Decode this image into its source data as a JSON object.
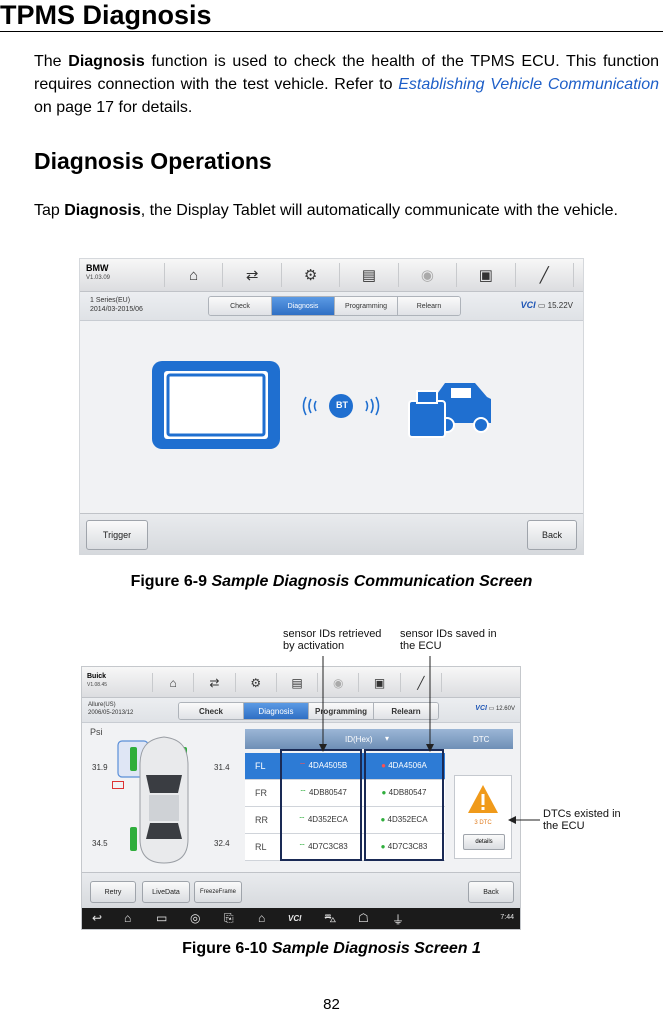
{
  "section_title": "TPMS Diagnosis",
  "intro": {
    "prefix": "The ",
    "bold": "Diagnosis",
    "text": " function is used to check the health of the TPMS ECU. This function requires connection with the test vehicle. Refer to ",
    "link": "Establishing Vehicle Communication",
    "suffix": " on page 17 for details."
  },
  "subsection_title": "Diagnosis Operations",
  "tap_para": {
    "prefix": "Tap ",
    "bold": "Diagnosis",
    "suffix": ", the Display Tablet will automatically communicate with the vehicle."
  },
  "figure1": {
    "vehicle_make": "BMW",
    "version": "V1.03.09",
    "vehicle_model": "1 Series(EU)",
    "vehicle_years": "2014/03-2015/06",
    "tabs": [
      "Check",
      "Diagnosis",
      "Programming",
      "Relearn"
    ],
    "active_tab": "Diagnosis",
    "vci_label": "VCI",
    "voltage": "15.22V",
    "bt_label": "BT",
    "trigger_button": "Trigger",
    "back_button": "Back",
    "caption_num": "Figure 6-9 ",
    "caption_title": "Sample Diagnosis Communication Screen"
  },
  "figure2": {
    "vehicle_make": "Buick",
    "version": "V1.08.45",
    "vehicle_model": "Allure(US)",
    "vehicle_years": "2006/05-2013/12",
    "tabs": [
      "Check",
      "Diagnosis",
      "Programming",
      "Relearn"
    ],
    "active_tab": "Diagnosis",
    "vci_label": "VCI",
    "voltage": "12.60V",
    "pressure_unit": "Psi",
    "pressures": {
      "fl": "31.9",
      "fr": "31.4",
      "rl": "34.5",
      "rr": "32.4"
    },
    "table_header_id": "ID(Hex)",
    "table_header_dtc": "DTC",
    "rows": [
      {
        "pos": "FL",
        "id_active": "4DA4505B",
        "id_ecu": "4DA4506A"
      },
      {
        "pos": "FR",
        "id_active": "4DB80547",
        "id_ecu": "4DB80547"
      },
      {
        "pos": "RR",
        "id_active": "4D352ECA",
        "id_ecu": "4D352ECA"
      },
      {
        "pos": "RL",
        "id_active": "4D7C3C83",
        "id_ecu": "4D7C3C83"
      }
    ],
    "dtc_count": "3 DTC",
    "dtc_details": "details",
    "buttons": {
      "retry": "Retry",
      "livedata": "LiveData",
      "freeze": "FreezeFrame",
      "back": "Back"
    },
    "nav_time": "7:44",
    "annotation_activation": "sensor IDs retrieved by activation",
    "annotation_ecu": "sensor IDs saved in the ECU",
    "annotation_dtc": "DTCs existed in the ECU",
    "caption_num": "Figure 6-10 ",
    "caption_title": "Sample Diagnosis Screen 1"
  },
  "page_number": "82"
}
